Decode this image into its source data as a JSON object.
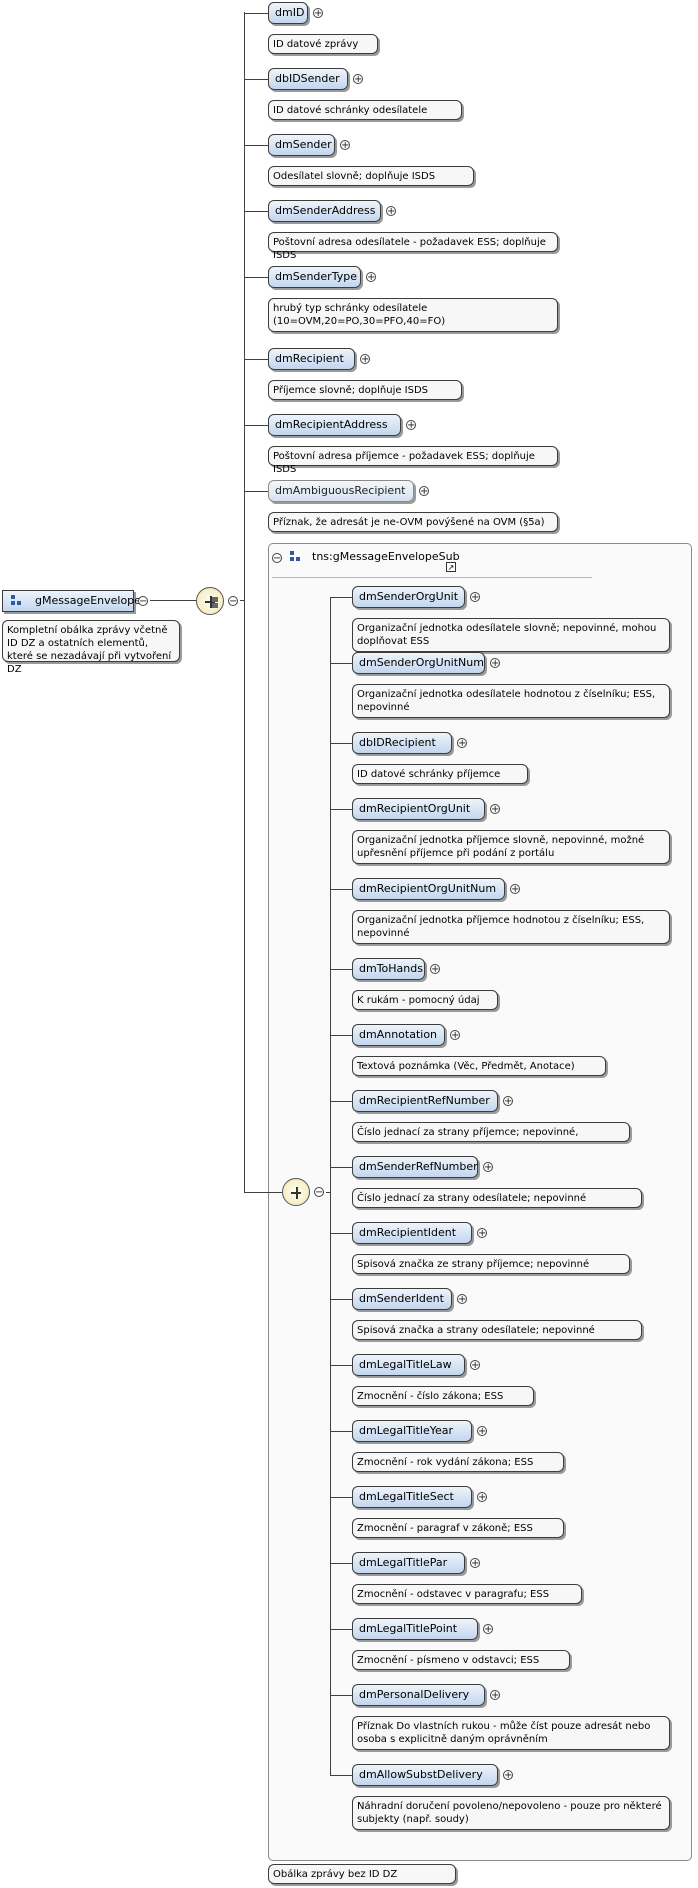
{
  "root": {
    "name": "gMessageEnvelope",
    "doc": "Kompletní obálka zprávy včetně ID DZ a ostatních elementů, které se nezadávají při vytvoření DZ"
  },
  "top_elements": [
    {
      "name": "dmID",
      "doc": "ID datové zprávy",
      "optional": false
    },
    {
      "name": "dbIDSender",
      "doc": "ID datové schránky odesílatele",
      "optional": false
    },
    {
      "name": "dmSender",
      "doc": "Odesílatel slovně; doplňuje ISDS",
      "optional": false
    },
    {
      "name": "dmSenderAddress",
      "doc": "Poštovní adresa odesílatele - požadavek ESS; doplňuje ISDS",
      "optional": false
    },
    {
      "name": "dmSenderType",
      "doc": "hrubý typ schránky odesílatele (10=OVM,20=PO,30=PFO,40=FO)",
      "optional": false
    },
    {
      "name": "dmRecipient",
      "doc": "Příjemce slovně; doplňuje ISDS",
      "optional": false
    },
    {
      "name": "dmRecipientAddress",
      "doc": "Poštovní adresa příjemce - požadavek ESS; doplňuje ISDS",
      "optional": false
    },
    {
      "name": "dmAmbiguousRecipient",
      "doc": "Příznak, že adresát je ne-OVM povýšené na OVM (§5a)",
      "optional": true
    }
  ],
  "group": {
    "name": "tns:gMessageEnvelopeSub",
    "doc": "Obálka zprávy bez ID DZ",
    "elements": [
      {
        "name": "dmSenderOrgUnit",
        "doc": "Organizační jednotka odesílatele slovně; nepovinné, mohou doplňovat ESS"
      },
      {
        "name": "dmSenderOrgUnitNum",
        "doc": "Organizační jednotka odesílatele hodnotou z číselníku; ESS, nepovinné"
      },
      {
        "name": "dbIDRecipient",
        "doc": "ID datové schránky příjemce"
      },
      {
        "name": "dmRecipientOrgUnit",
        "doc": "Organizační jednotka příjemce slovně, nepovinné, možné upřesnění příjemce při podání z portálu"
      },
      {
        "name": "dmRecipientOrgUnitNum",
        "doc": "Organizační jednotka příjemce hodnotou z číselníku; ESS, nepovinné"
      },
      {
        "name": "dmToHands",
        "doc": "K rukám - pomocný údaj"
      },
      {
        "name": "dmAnnotation",
        "doc": "Textová poznámka (Věc, Předmět, Anotace)"
      },
      {
        "name": "dmRecipientRefNumber",
        "doc": "Číslo jednací za strany příjemce; nepovinné,"
      },
      {
        "name": "dmSenderRefNumber",
        "doc": "Číslo jednací za strany odesílatele; nepovinné"
      },
      {
        "name": "dmRecipientIdent",
        "doc": "Spisová značka ze strany příjemce; nepovinné"
      },
      {
        "name": "dmSenderIdent",
        "doc": "Spisová značka a strany odesílatele; nepovinné"
      },
      {
        "name": "dmLegalTitleLaw",
        "doc": "Zmocnění - číslo zákona; ESS"
      },
      {
        "name": "dmLegalTitleYear",
        "doc": "Zmocnění - rok vydání zákona; ESS"
      },
      {
        "name": "dmLegalTitleSect",
        "doc": "Zmocnění - paragraf v zákoně; ESS"
      },
      {
        "name": "dmLegalTitlePar",
        "doc": "Zmocnění - odstavec v paragrafu; ESS"
      },
      {
        "name": "dmLegalTitlePoint",
        "doc": "Zmocnění - písmeno v odstavci; ESS"
      },
      {
        "name": "dmPersonalDelivery",
        "doc": "Příznak Do vlastních rukou - může číst pouze adresát nebo osoba s explicitně daným oprávněním"
      },
      {
        "name": "dmAllowSubstDelivery",
        "doc": "Náhradní doručení povoleno/nepovoleno - pouze pro některé subjekty (např. soudy)"
      }
    ]
  },
  "icons": {
    "expand": "plus-circle-icon",
    "collapse": "minus-circle-icon",
    "sequence": "sequence-compositor-icon",
    "group": "group-icon",
    "link": "external-link-icon"
  },
  "colors": {
    "node_fill": "#c3d6ee",
    "node_border": "#3c3c3c",
    "annotation_fill": "#f7f7f7",
    "compositor_fill": "#f2e5b4",
    "line": "#404040"
  }
}
